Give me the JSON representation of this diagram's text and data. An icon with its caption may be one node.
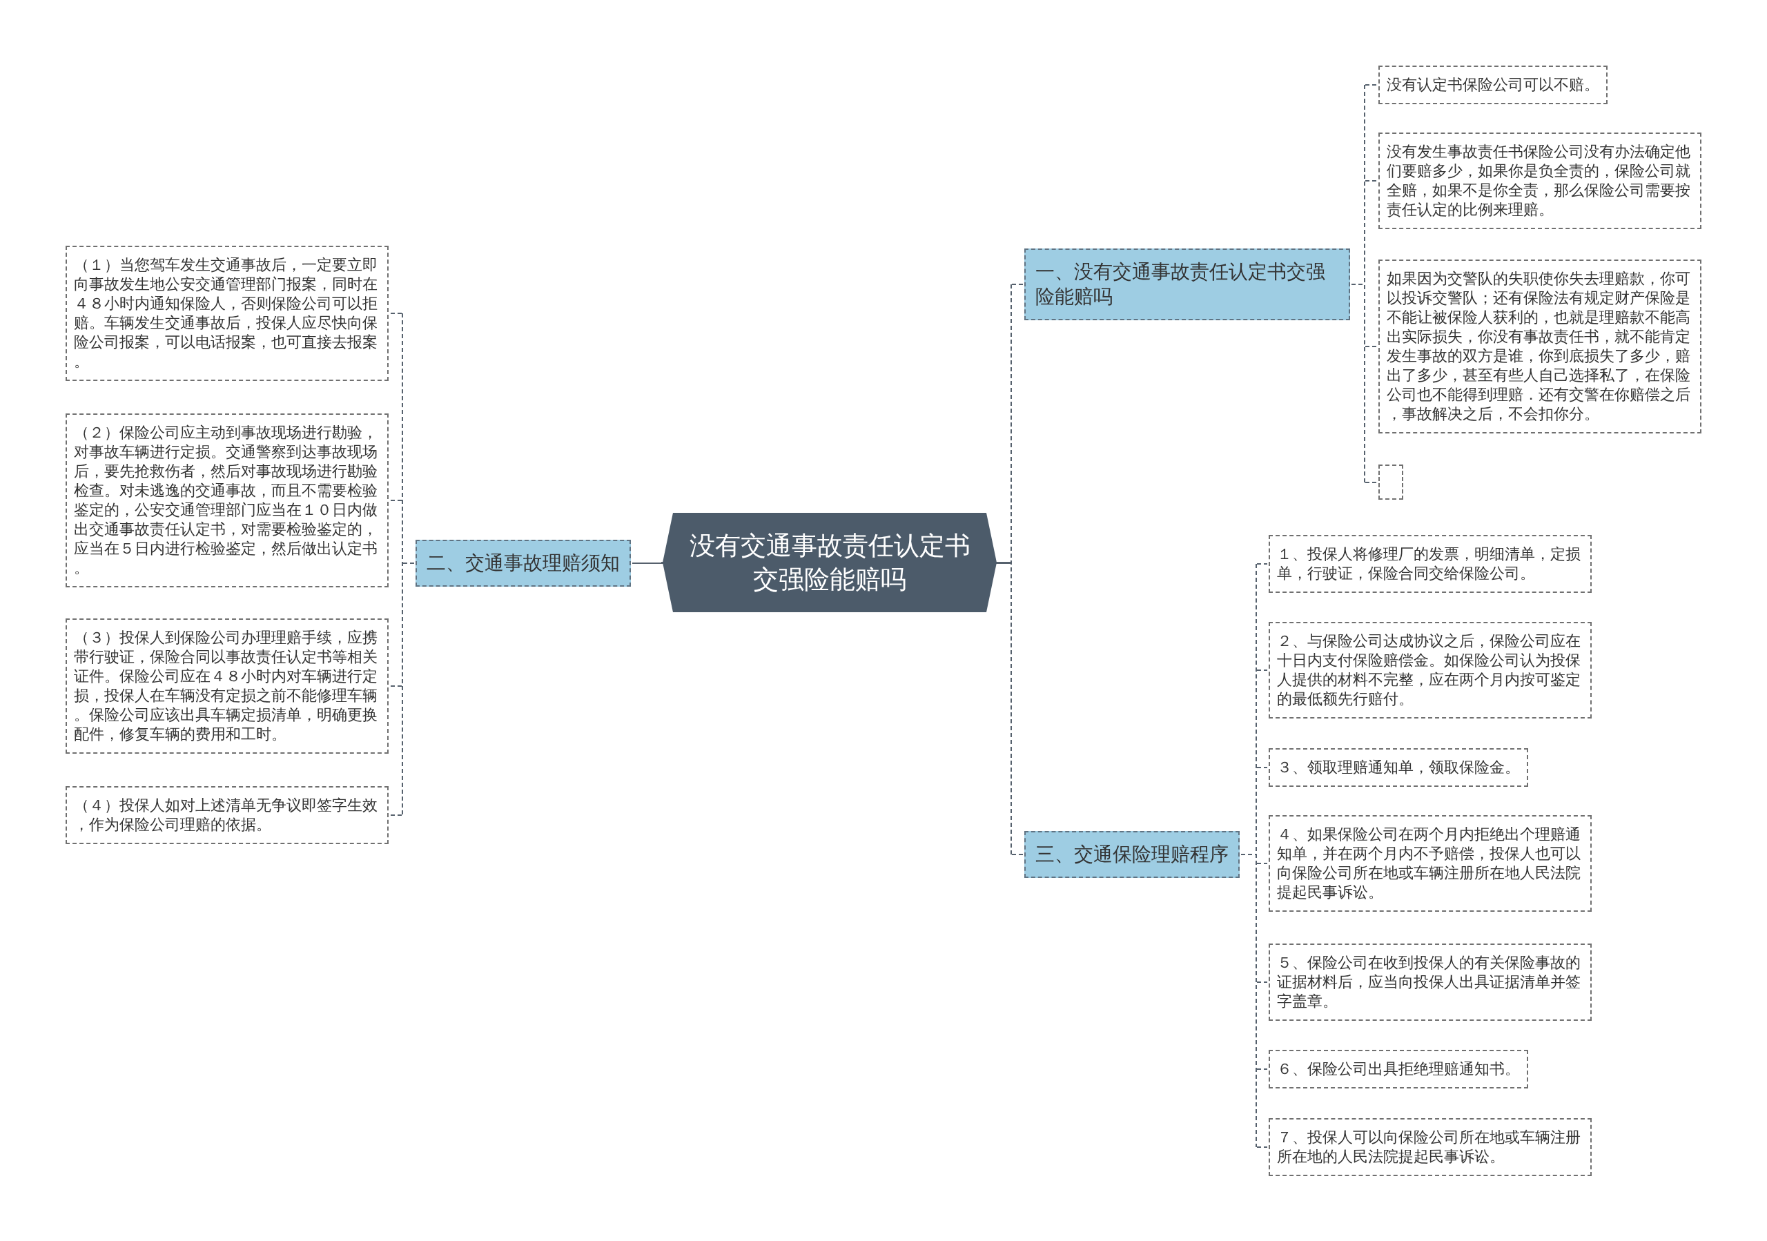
{
  "diagram": {
    "nodes": [
      {
        "text": [
          "没有交通事故责任认定书交强险能赔吗"
        ]
      },
      {
        "text": [
          "一、没有交通事故责任认定书交强险能赔吗"
        ]
      },
      {
        "text": [
          "没有认定书保险公司可以不赔。"
        ]
      },
      {
        "text": [
          "没有发生事故责任书保险公司没有办法确定他们要赔多少，如果你是负全责的，保险公司就全赔，如果不是你全责，那么保险公司需要按责任认定的比例来理赔。"
        ]
      },
      {
        "text": [
          "如果因为交警队的失职使你失去理赔款，你可以投诉交警队；还有保险法有规定财产保险是不能让被保险人获利的，也就是理赔款不能高出实际损失，你没有事故责任书，就不能肯定发生事故的双方是谁，你到底损失了多少，赔出了多少，甚至有些人自己选择私了，在保险公司也不能得到理赔．还有交警在你赔偿之后，事故解决之后，不会扣你分。"
        ]
      },
      {
        "text": [],
        "shape": "box"
      },
      {
        "text": [
          "二、交通事故理赔须知"
        ]
      },
      {
        "text": [
          "（１）当您驾车发生交通事故后，一定要立即向事故发生地公安交通管理部门报案，同时在４８小时内通知保险人，否则保险公司可以拒赔。车辆发生交通事故后，投保人应尽快向保险公司报案，可以电话报案，也可直接去报案。"
        ]
      },
      {
        "text": [
          "（２）保险公司应主动到事故现场进行勘验，对事故车辆进行定损。交通警察到达事故现场后，要先抢救伤者，然后对事故现场进行勘验检查。对未逃逸的交通事故，而且不需要检验鉴定的，公安交通管理部门应当在１０日内做出交通事故责任认定书，对需要检验鉴定的，应当在５日内进行检验鉴定，然后做出认定书。"
        ]
      },
      {
        "text": [
          "（３）投保人到保险公司办理理赔手续，应携带行驶证，保险合同以事故责任认定书等相关证件。保险公司应在４８小时内对车辆进行定损，投保人在车辆没有定损之前不能修理车辆。保险公司应该出具车辆定损清单，明确更换配件，修复车辆的费用和工时。"
        ]
      },
      {
        "text": [
          "（４）投保人如对上述清单无争议即签字生效，作为保险公司理赔的依据。"
        ]
      },
      {
        "text": [
          "三、交通保险理赔程序"
        ]
      },
      {
        "text": [
          "１、投保人将修理厂的发票，明细清单，定损单，行驶证，保险合同交给保险公司。"
        ]
      },
      {
        "text": [
          "２、与保险公司达成协议之后，保险公司应在十日内支付保险赔偿金。如保险公司认为投保人提供的材料不完整，应在两个月内按可鉴定的最低额先行赔付。"
        ]
      },
      {
        "text": [
          "３、领取理赔通知单，领取保险金。"
        ]
      },
      {
        "text": [
          "４、如果保险公司在两个月内拒绝出个理赔通知单，并在两个月内不予赔偿，投保人也可以向保险公司所在地或车辆注册所在地人民法院提起民事诉讼。"
        ]
      },
      {
        "text": [
          "５、保险公司在收到投保人的有关保险事故的证据材料后，应当向投保人出具证据清单并签字盖章。"
        ]
      },
      {
        "text": [
          "６、保险公司出具拒绝理赔通知书。"
        ]
      },
      {
        "text": [
          "７、投保人可以向保险公司所在地或车辆注册所在地的人民法院提起民事诉讼。"
        ]
      }
    ],
    "edges": [
      {
        "from": 0,
        "to": 1,
        "arrow": "none",
        "style": "dashed"
      },
      {
        "from": 1,
        "to": 2,
        "arrow": "none",
        "style": "dashed"
      },
      {
        "from": 1,
        "to": 3,
        "arrow": "none",
        "style": "dashed"
      },
      {
        "from": 1,
        "to": 4,
        "arrow": "none",
        "style": "dashed"
      },
      {
        "from": 1,
        "to": 5,
        "arrow": "none",
        "style": "dashed"
      },
      {
        "from": 0,
        "to": 6,
        "arrow": "none"
      },
      {
        "from": 6,
        "to": 7,
        "arrow": "none",
        "style": "dashed"
      },
      {
        "from": 6,
        "to": 8,
        "arrow": "none",
        "style": "dashed"
      },
      {
        "from": 6,
        "to": 9,
        "arrow": "none",
        "style": "dashed"
      },
      {
        "from": 6,
        "to": 10,
        "arrow": "none",
        "style": "dashed"
      },
      {
        "from": 0,
        "to": 11,
        "arrow": "none",
        "style": "dashed"
      },
      {
        "from": 11,
        "to": 12,
        "arrow": "none",
        "style": "dashed"
      },
      {
        "from": 11,
        "to": 13,
        "arrow": "none",
        "style": "dashed"
      },
      {
        "from": 11,
        "to": 14,
        "arrow": "none",
        "style": "dashed"
      },
      {
        "from": 11,
        "to": 15,
        "arrow": "none",
        "style": "dashed"
      },
      {
        "from": 11,
        "to": 16,
        "arrow": "none",
        "style": "dashed"
      },
      {
        "from": 11,
        "to": 17,
        "arrow": "none",
        "style": "dashed"
      },
      {
        "from": 11,
        "to": 18,
        "arrow": "none",
        "style": "dashed"
      }
    ]
  }
}
